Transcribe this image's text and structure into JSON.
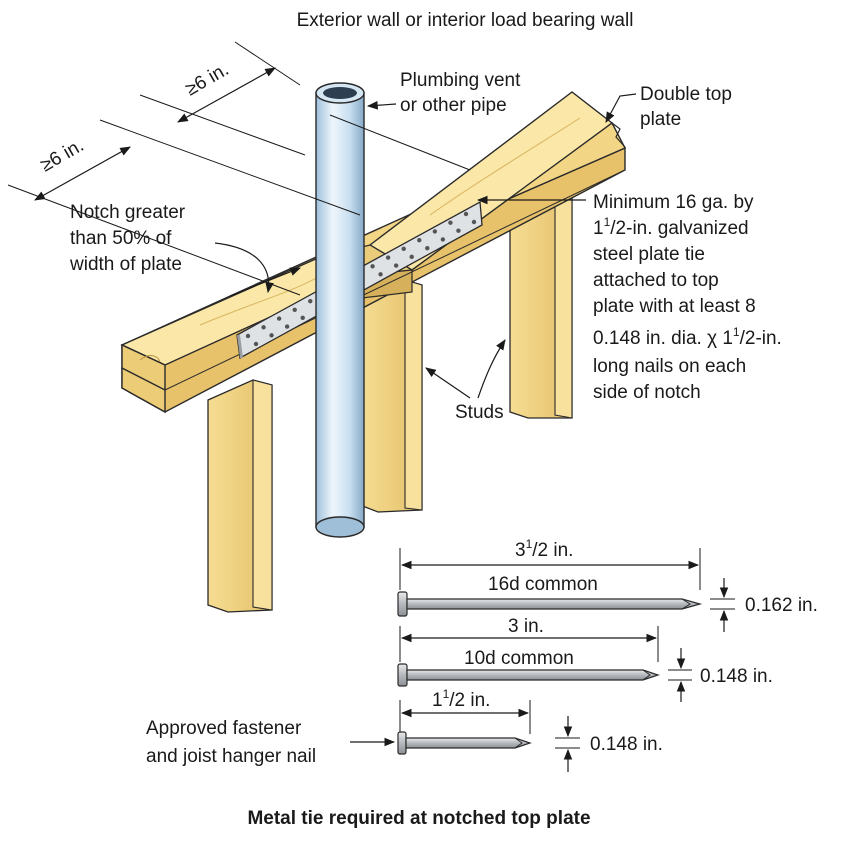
{
  "header": {
    "text": "Exterior wall or interior load bearing wall"
  },
  "labels": {
    "plumbing_vent_1": "Plumbing vent",
    "plumbing_vent_2": "or other pipe",
    "double_top_1": "Double top",
    "double_top_2": "plate",
    "dim_left": "≥6 in.",
    "dim_right": "≥6 in.",
    "notch_1": "Notch greater",
    "notch_2": "than 50% of",
    "notch_3": "width of plate",
    "tie_1": "Minimum 16 ga. by",
    "tie_2_whole": "1",
    "tie_2_num": "1",
    "tie_2_rest": "/2-in. galvanized",
    "tie_3": "steel plate tie",
    "tie_4": "attached to top",
    "tie_5": "plate with at least 8",
    "tie_6_a": "0.148 in. dia. χ 1",
    "tie_6_num": "1",
    "tie_6_rest": "/2-in.",
    "tie_7": "long nails on each",
    "tie_8": "side of notch",
    "studs": "Studs",
    "approved_1": "Approved fastener",
    "approved_2": "and joist hanger nail"
  },
  "nails": [
    {
      "name": "16d common",
      "length_whole": "3",
      "length_num": "1",
      "length_rest": "/2 in.",
      "diameter": "0.162 in."
    },
    {
      "name": "10d common",
      "length_text": "3 in.",
      "diameter": "0.148 in."
    },
    {
      "name": "",
      "length_whole": "1",
      "length_num": "1",
      "length_rest": "/2 in.",
      "diameter": "0.148 in."
    }
  ],
  "caption": "Metal tie required at notched top plate",
  "colors": {
    "wood_light": "#fbe7a8",
    "wood_mid": "#f1d07a",
    "wood_dark": "#d9b45a",
    "pipe": "#cfe3f2",
    "pipe_shade": "#8fb3d3",
    "steel": "#d9dcde",
    "nail": "#b9bcbf"
  }
}
